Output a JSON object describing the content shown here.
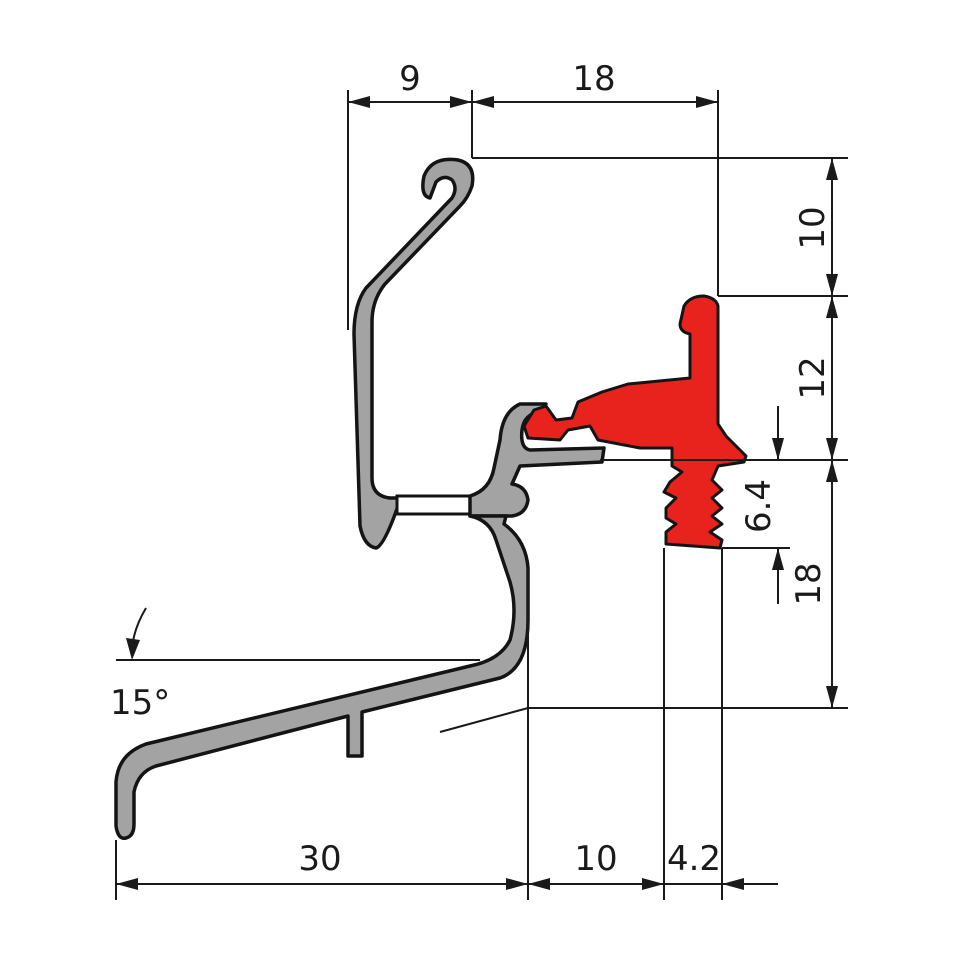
{
  "colors": {
    "profile_fill": "#a3a3a3",
    "gasket_fill": "#e8231e",
    "outline": "#141414",
    "background": "#ffffff"
  },
  "dimensions": {
    "top_left_width": "9",
    "top_right_width": "18",
    "right_upper_height": "10",
    "right_middle_height": "12",
    "right_lower_height": "18",
    "seal_height": "6.4",
    "angle": "15°",
    "bottom_left_width": "30",
    "bottom_middle_width": "10",
    "bottom_right_width": "4.2"
  }
}
